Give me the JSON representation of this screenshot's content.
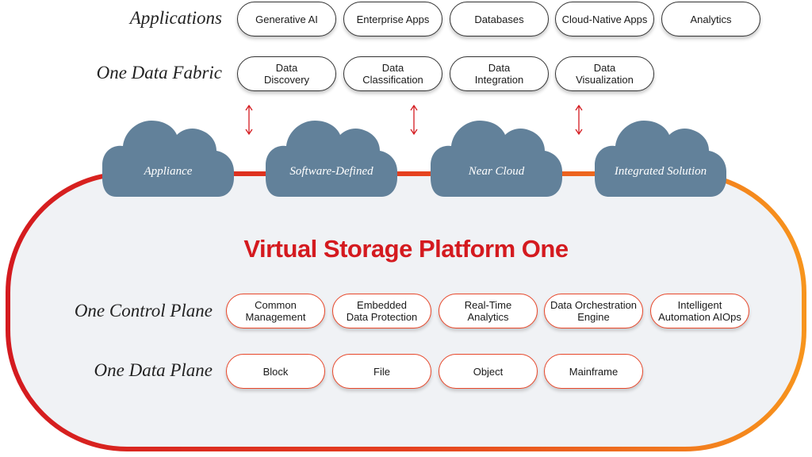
{
  "rows": {
    "applications": {
      "label": "Applications",
      "items": [
        "Generative AI",
        "Enterprise Apps",
        "Databases",
        "Cloud-Native Apps",
        "Analytics"
      ]
    },
    "data_fabric": {
      "label": "One Data Fabric",
      "items": [
        "Data\nDiscovery",
        "Data\nClassification",
        "Data\nIntegration",
        "Data\nVisualization"
      ]
    },
    "control_plane": {
      "label": "One Control Plane",
      "items": [
        "Common\nManagement",
        "Embedded\nData Protection",
        "Real-Time\nAnalytics",
        "Data Orchestration\nEngine",
        "Intelligent\nAutomation AIOps"
      ]
    },
    "data_plane": {
      "label": "One Data Plane",
      "items": [
        "Block",
        "File",
        "Object",
        "Mainframe"
      ]
    }
  },
  "clouds": [
    "Appliance",
    "Software-Defined",
    "Near Cloud",
    "Integrated Solution"
  ],
  "platform": {
    "title": "Virtual Storage Platform One"
  },
  "colors": {
    "accent_red": "#d41a1f",
    "gradient_orange": "#f7941d",
    "cloud": "#62819a",
    "pill_border_platform": "#e8472a",
    "platform_fill": "#f0f2f5"
  },
  "icons": {
    "connector": "double-arrow-icon"
  }
}
